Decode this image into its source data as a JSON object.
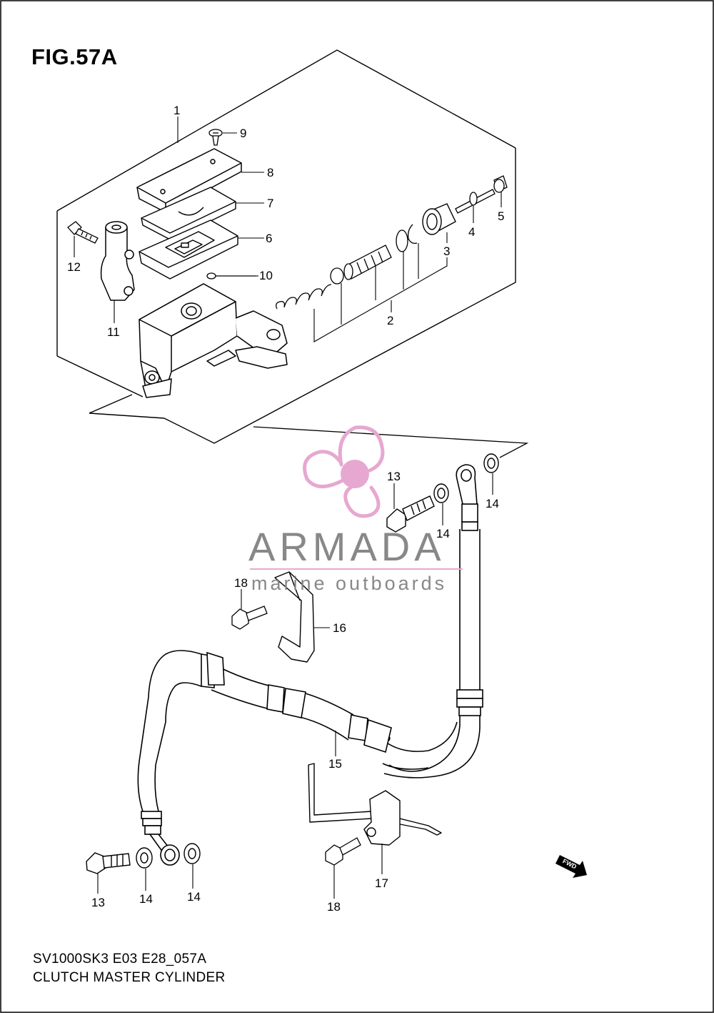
{
  "figure": {
    "title": "FIG.57A",
    "footer_code": "SV1000SK3 E03 E28_057A",
    "footer_name": "CLUTCH MASTER CYLINDER"
  },
  "watermark": {
    "brand": "ARMADA",
    "tagline": "marine outboards",
    "accent_color": "#e6a8d0",
    "text_color": "#888888"
  },
  "direction_marker": {
    "label": "FWD"
  },
  "callouts": {
    "c1": "1",
    "c2": "2",
    "c3": "3",
    "c4": "4",
    "c5": "5",
    "c6": "6",
    "c7": "7",
    "c8": "8",
    "c9": "9",
    "c10": "10",
    "c11": "11",
    "c12": "12",
    "c13a": "13",
    "c13b": "13",
    "c14a": "14",
    "c14b": "14",
    "c14c": "14",
    "c14d": "14",
    "c15": "15",
    "c16": "16",
    "c17": "17",
    "c18a": "18",
    "c18b": "18"
  }
}
